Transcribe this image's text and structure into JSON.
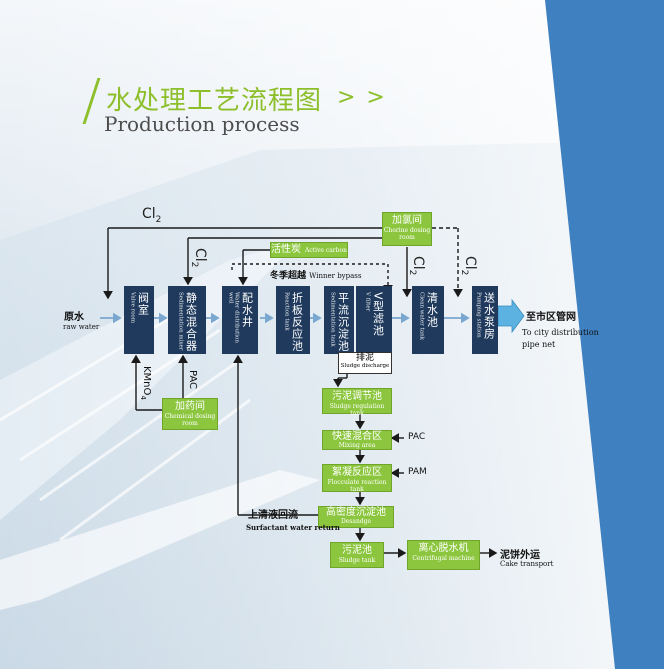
{
  "header": {
    "title_cn": "水处理工艺流程图",
    "title_en": "Production process",
    "chevrons": "> >"
  },
  "inputs": {
    "raw_water_cn": "原水",
    "raw_water_en": "raw water",
    "cl2": "Cl",
    "cl2_sub": "2",
    "pac": "PAC",
    "kmno4": "KMnO",
    "kmno4_sub": "4",
    "pam": "PAM"
  },
  "process": [
    {
      "cn": "阀室",
      "en": "Valve room"
    },
    {
      "cn": "静态混合器",
      "en": "Sedimentation mixer"
    },
    {
      "cn": "配水井",
      "en": "Water distribution well"
    },
    {
      "cn": "折板反应池",
      "en": "Reaction tank"
    },
    {
      "cn": "平流沉淀池",
      "en": "Sedimentation tank"
    },
    {
      "cn": "V型滤池",
      "en": "V filter"
    },
    {
      "cn": "清水池",
      "en": "Clean water tank"
    },
    {
      "cn": "送水泵房",
      "en": "Pumping station"
    }
  ],
  "green": {
    "chlorine_cn": "加氯间",
    "chlorine_en": "Chorine dosing room",
    "carbon_cn": "活性炭",
    "carbon_en": "Active carbon",
    "chemical_cn": "加药间",
    "chemical_en": "Chemical dosing room",
    "sludge_reg_cn": "污泥调节池",
    "sludge_reg_en": "Sludge regulation tank",
    "mixing_cn": "快速混合区",
    "mixing_en": "Mixing area",
    "floc_cn": "絮凝反应区",
    "floc_en": "Flocculate reaction tank",
    "densadeg_cn": "高密度沉淀池",
    "densadeg_en": "Desandge",
    "sludge_tank_cn": "污泥池",
    "sludge_tank_en": "Sludge tank",
    "centrifuge_cn": "离心脱水机",
    "centrifuge_en": "Centrifugal machine"
  },
  "labels": {
    "winter_bypass_cn": "冬季超越",
    "winter_bypass_en": "Winner bypass",
    "sludge_discharge_cn": "排泥",
    "sludge_discharge_en": "Sludge discharge",
    "return_cn": "上清液回流",
    "return_en": "Surfactant water return",
    "city_cn": "至市区管网",
    "city_en_1": "To city distribution",
    "city_en_2": "pipe net",
    "cake_cn": "泥饼外运",
    "cake_en": "Cake transport"
  },
  "colors": {
    "process_box": "#1f3a5c",
    "green_box": "#8cc63f",
    "title_green": "#8cbf2a",
    "side_band": "#3f80c0"
  }
}
